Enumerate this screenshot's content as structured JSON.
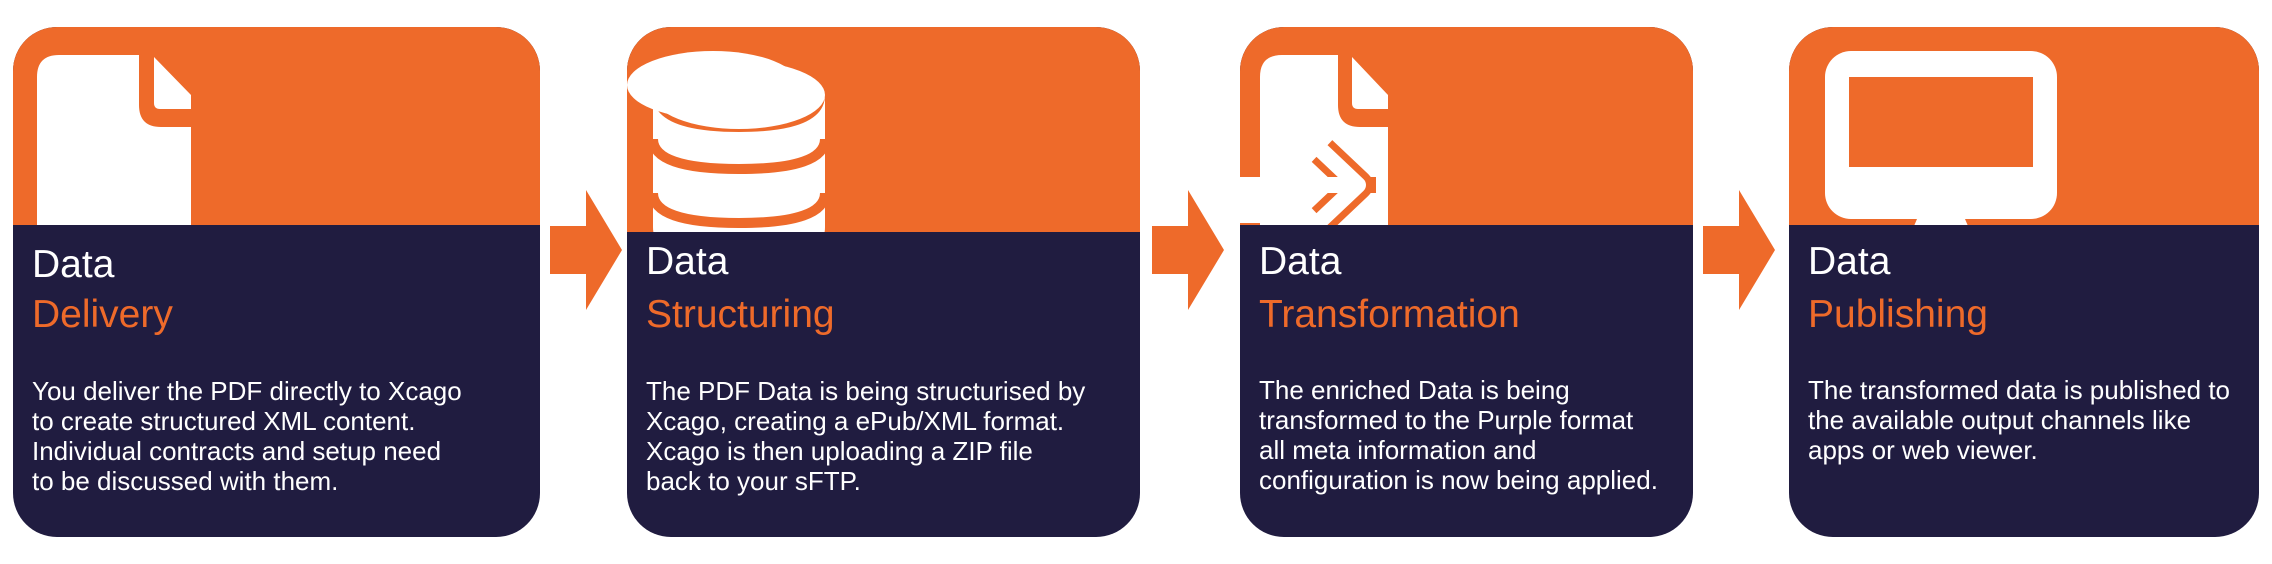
{
  "colors": {
    "accent": "#ee6a2a",
    "dark": "#201c40",
    "text": "#ffffff"
  },
  "steps": [
    {
      "title": "Data",
      "subtitle": "Delivery",
      "description": "You deliver the PDF directly to Xcago\nto create structured XML content.\nIndividual contracts and setup need\nto be discussed with them.",
      "icon": "document-icon"
    },
    {
      "title": "Data",
      "subtitle": "Structuring",
      "description": "The PDF Data is being structurised by\nXcago, creating a ePub/XML format.\nXcago is then uploading a ZIP file\nback to your sFTP.",
      "icon": "database-icon"
    },
    {
      "title": "Data",
      "subtitle": "Transformation",
      "description": "The enriched Data is being\ntransformed to the Purple format\nall meta information and\nconfiguration is now being applied.",
      "icon": "file-import-icon"
    },
    {
      "title": "Data",
      "subtitle": "Publishing",
      "description": "The transformed data is published to\nthe available output channels like\napps or web viewer.",
      "icon": "monitor-icon"
    }
  ]
}
